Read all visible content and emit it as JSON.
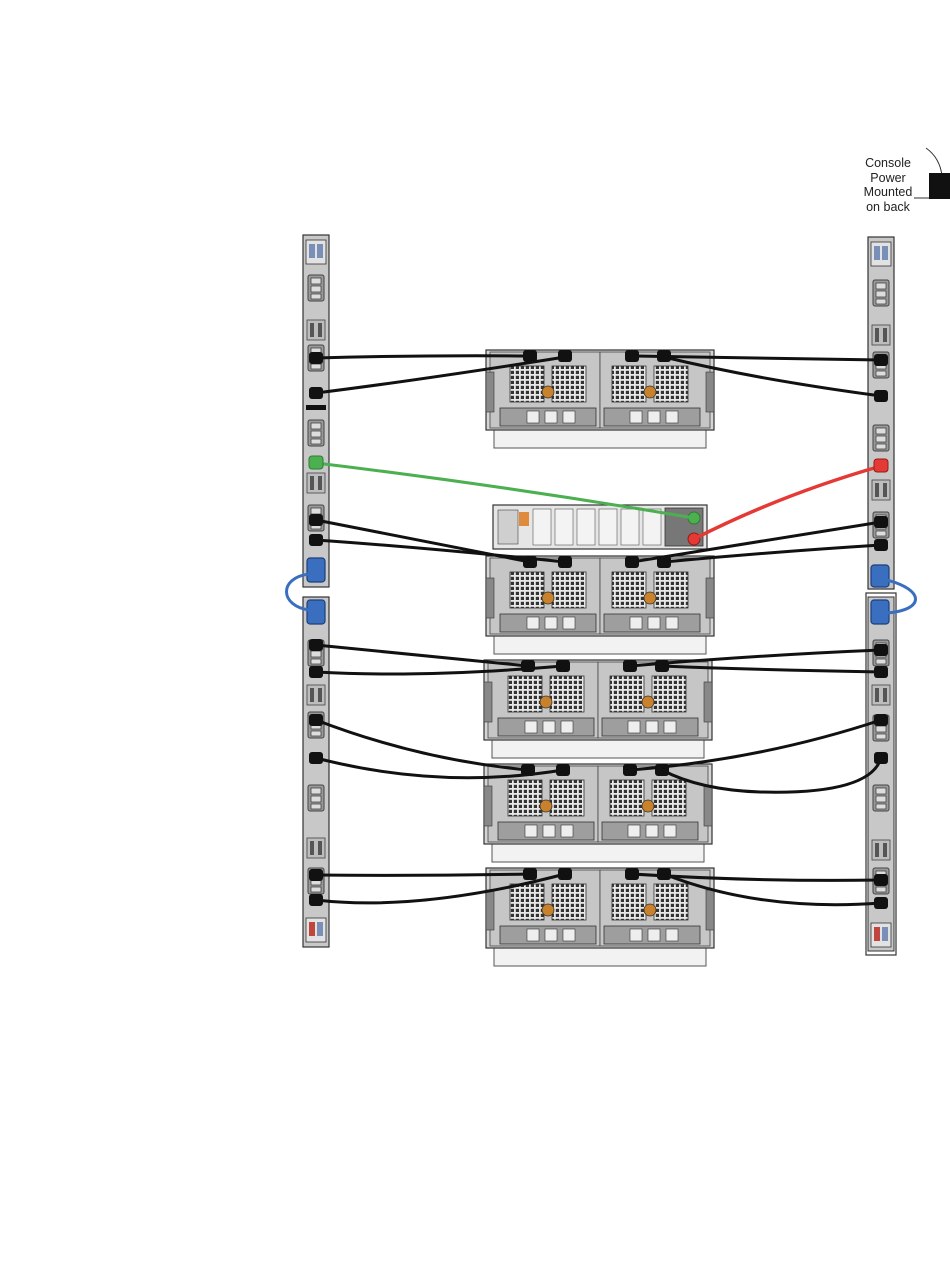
{
  "callout": {
    "lines": [
      "Console",
      "Power",
      "Mounted",
      "on back"
    ]
  },
  "colors": {
    "power_cable": "#111111",
    "console_power_green": "#4caf50",
    "console_power_red": "#e53935",
    "pdu_link_blue": "#3a6fc0",
    "chassis_fill": "#d4d4d4",
    "pdu_fill": "#c8c8c8"
  },
  "components": {
    "pdu_left_count": 2,
    "pdu_right_count": 2,
    "enclosure_count": 5,
    "console_units": 1
  },
  "icons": [
    "pdu-icon",
    "storage-enclosure-icon",
    "console-unit-icon",
    "power-outlet-icon",
    "breaker-icon"
  ]
}
